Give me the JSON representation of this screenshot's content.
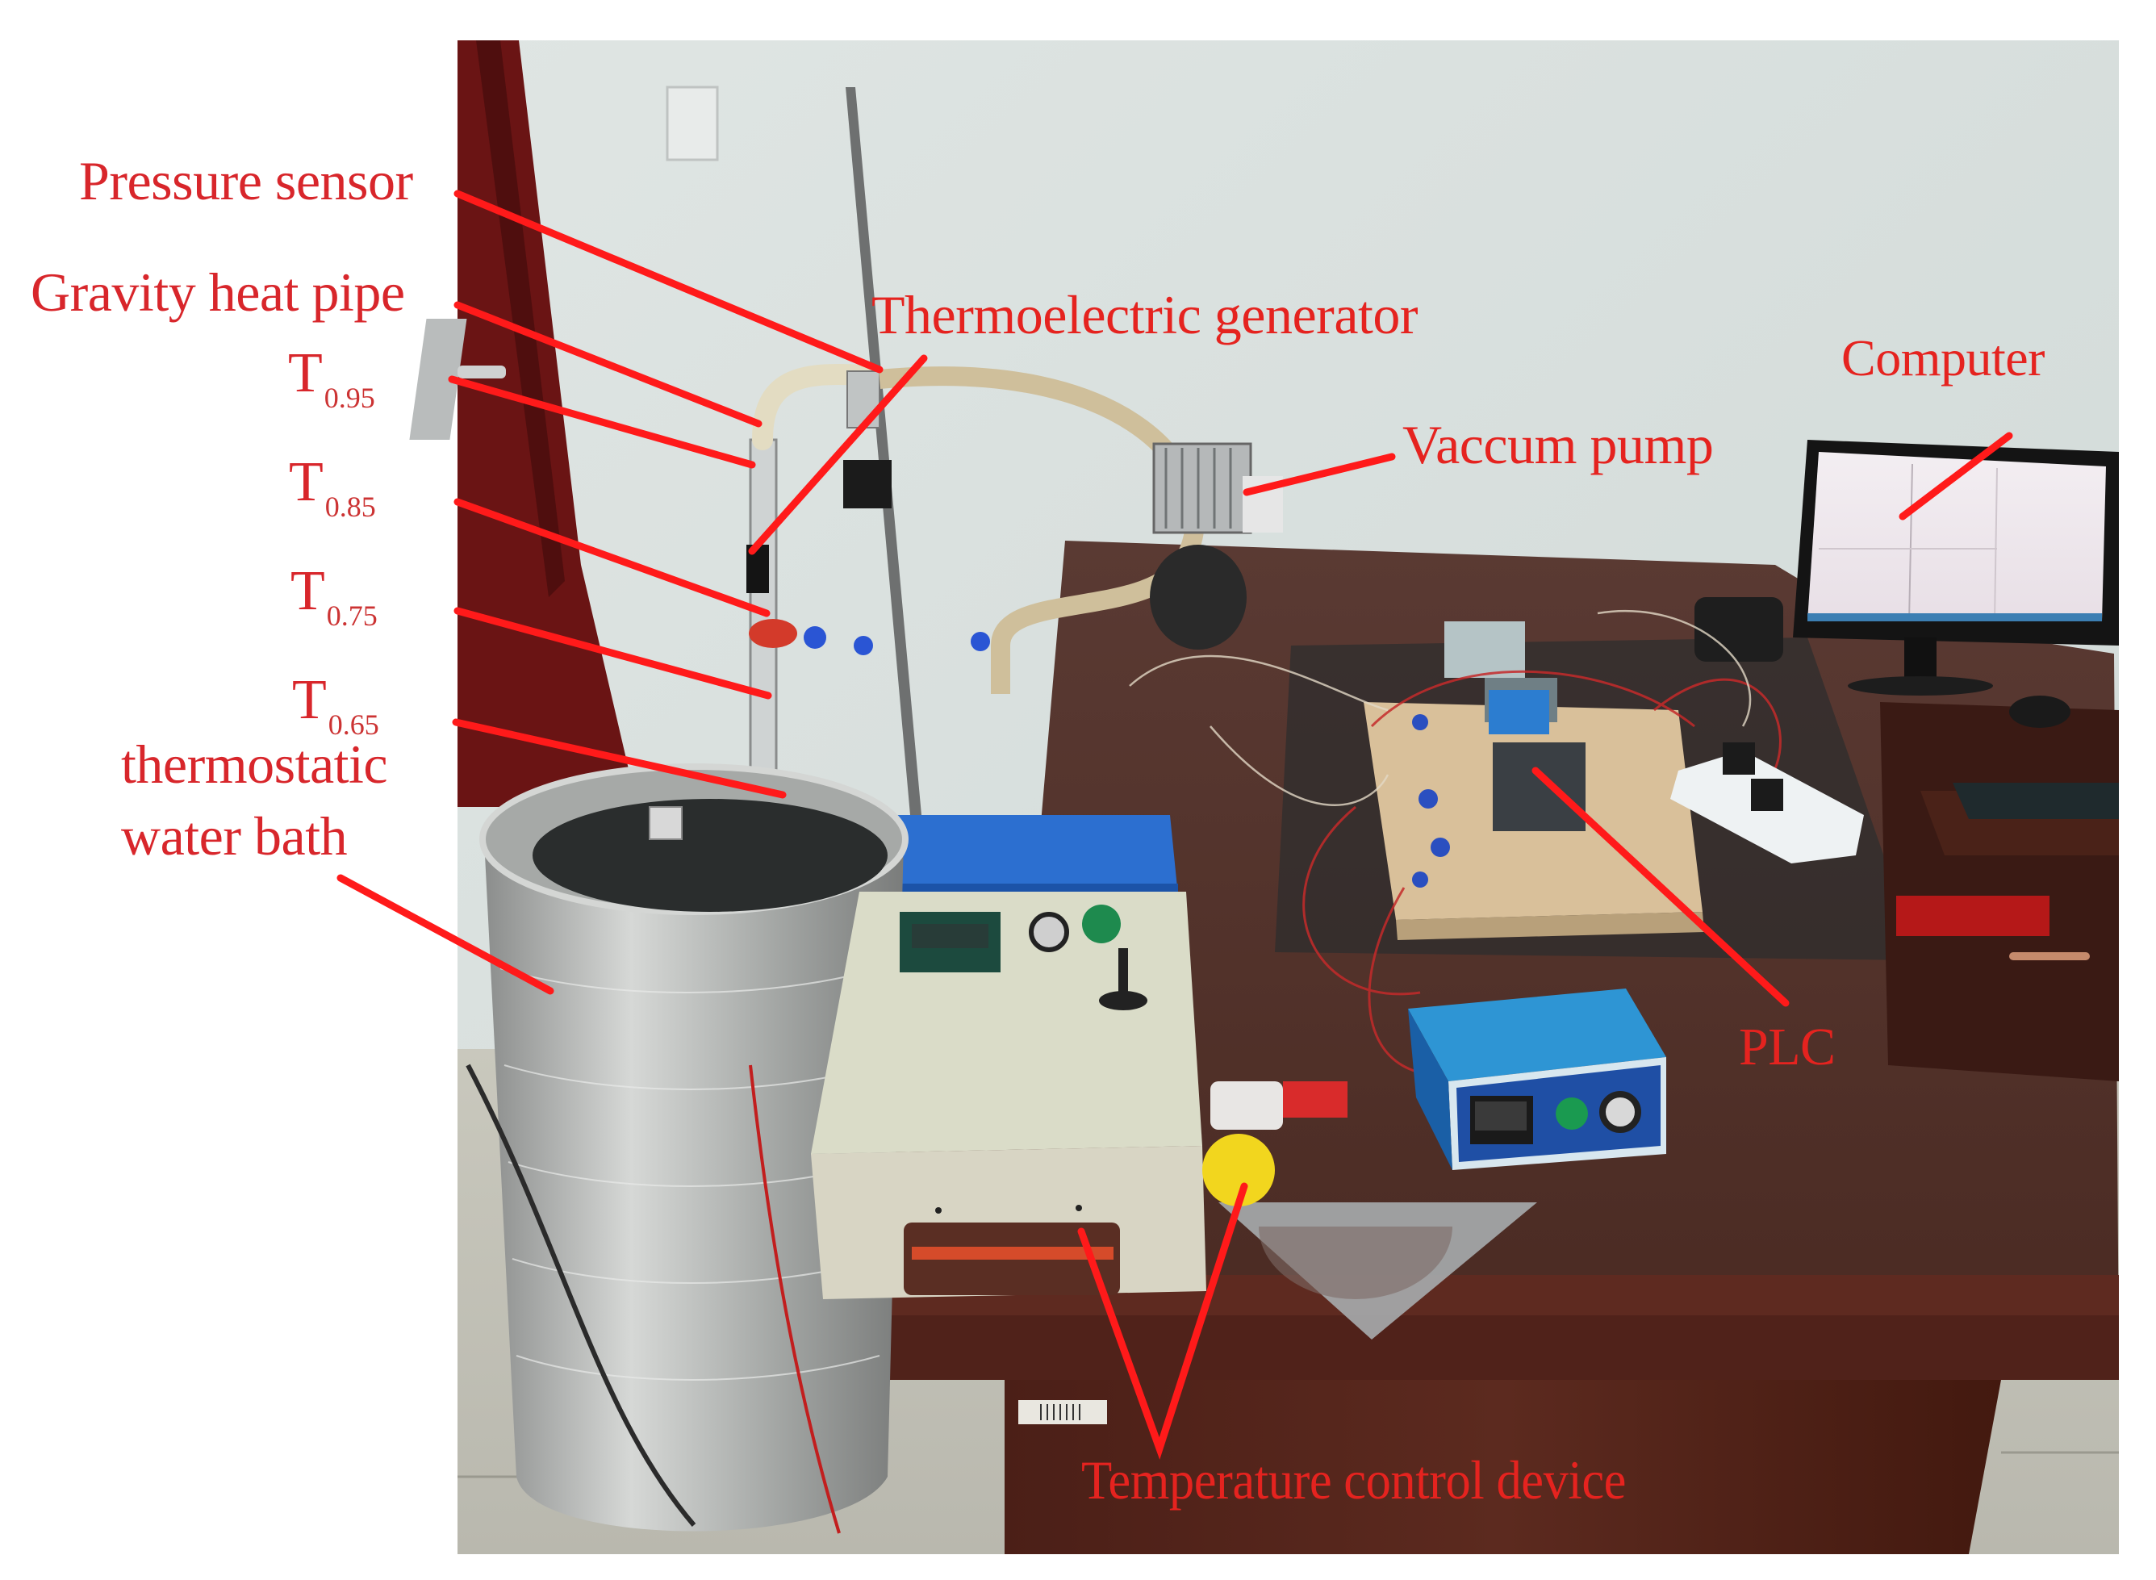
{
  "figure": {
    "description": "Experimental setup photograph with red annotation labels and leader lines",
    "annotation_color": "#e5231f",
    "labels": {
      "pressure_sensor": "Pressure sensor",
      "gravity_heat_pipe": "Gravity heat pipe",
      "t095": {
        "main": "T",
        "sub": "0.95"
      },
      "t085": {
        "main": "T",
        "sub": "0.85"
      },
      "t075": {
        "main": "T",
        "sub": "0.75"
      },
      "t065": {
        "main": "T",
        "sub": "0.65"
      },
      "thermostatic_line1": "thermostatic",
      "thermostatic_line2": "water bath",
      "thermoelectric_generator": "Thermoelectric generator",
      "vaccum_pump": "Vaccum pump",
      "computer": "Computer",
      "plc": "PLC",
      "temperature_control_device": "Temperature control device"
    },
    "photo_objects": [
      "door",
      "wall-switch",
      "retort-stand-rod",
      "gravity-heat-pipe",
      "silicone-hose",
      "vacuum-pump",
      "water-bath-drum",
      "blue-stand-base",
      "beige-control-box",
      "blue-controller-box",
      "plc-board",
      "power-strip",
      "monitor",
      "keyboard",
      "mouse",
      "desk",
      "set-square-ruler",
      "tape-measure"
    ]
  }
}
